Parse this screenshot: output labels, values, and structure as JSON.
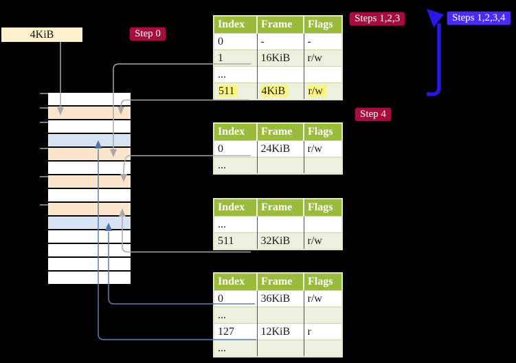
{
  "frame_label": {
    "text": "4KiB"
  },
  "badges": {
    "step0": "Step 0",
    "steps123": "Steps 1,2,3",
    "steps1234": "Steps 1,2,3,4",
    "step4": "Step 4"
  },
  "tables": [
    {
      "name": "page-table-1",
      "headers": [
        "Index",
        "Frame",
        "Flags"
      ],
      "rows": [
        {
          "cells": [
            "0",
            "-",
            "-"
          ],
          "shaded": false,
          "highlight": false
        },
        {
          "cells": [
            "1",
            "16KiB",
            "r/w"
          ],
          "shaded": true,
          "highlight": false
        },
        {
          "cells": [
            "...",
            "",
            ""
          ],
          "shaded": false,
          "highlight": false
        },
        {
          "cells": [
            "511",
            "4KiB",
            "r/w"
          ],
          "shaded": true,
          "highlight": true
        }
      ]
    },
    {
      "name": "page-table-2",
      "headers": [
        "Index",
        "Frame",
        "Flags"
      ],
      "rows": [
        {
          "cells": [
            "0",
            "24KiB",
            "r/w"
          ],
          "shaded": false,
          "highlight": false
        },
        {
          "cells": [
            "...",
            "",
            ""
          ],
          "shaded": true,
          "highlight": false
        }
      ]
    },
    {
      "name": "page-table-3",
      "headers": [
        "Index",
        "Frame",
        "Flags"
      ],
      "rows": [
        {
          "cells": [
            "...",
            "",
            ""
          ],
          "shaded": false,
          "highlight": false
        },
        {
          "cells": [
            "511",
            "32KiB",
            "r/w"
          ],
          "shaded": true,
          "highlight": false
        }
      ]
    },
    {
      "name": "page-table-4",
      "headers": [
        "Index",
        "Frame",
        "Flags"
      ],
      "rows": [
        {
          "cells": [
            "0",
            "36KiB",
            "r/w"
          ],
          "shaded": false,
          "highlight": false
        },
        {
          "cells": [
            "...",
            "",
            ""
          ],
          "shaded": true,
          "highlight": false
        },
        {
          "cells": [
            "127",
            "12KiB",
            "r"
          ],
          "shaded": false,
          "highlight": false
        },
        {
          "cells": [
            "...",
            "",
            ""
          ],
          "shaded": true,
          "highlight": false
        }
      ]
    }
  ],
  "memory": {
    "rows": [
      "white",
      "orange",
      "white",
      "blue",
      "orange",
      "white",
      "orange",
      "white",
      "orange",
      "blue",
      "white",
      "white",
      "white",
      "white"
    ]
  },
  "colors": {
    "header_green": "#9bbb3d",
    "row_shaded": "#ebf1de",
    "highlight_yellow": "#fdf67e",
    "badge_crimson": "#a60d3c",
    "badge_blue": "#4b2bf7",
    "arrow_blue": "#2a17e6",
    "connector_blue": "#5b7fb5",
    "connector_grey": "#a9a9a9",
    "mem_orange": "#fce5cd",
    "mem_blue": "#d6e3f3",
    "frame_label_bg": "#fcf0cd"
  }
}
